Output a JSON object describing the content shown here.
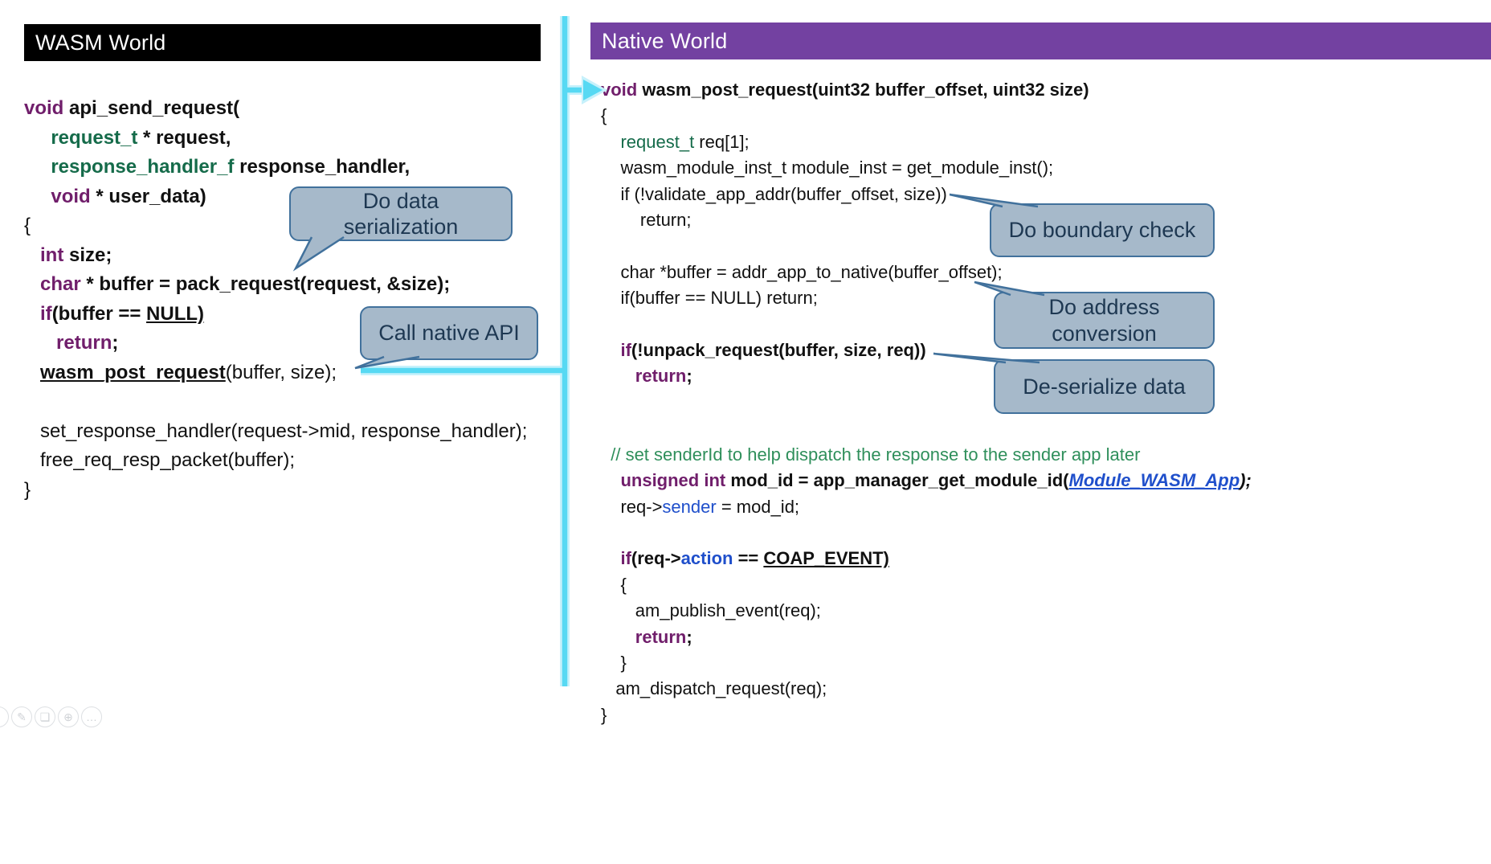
{
  "panels": {
    "wasm": {
      "title": "WASM World"
    },
    "native": {
      "title": "Native World"
    }
  },
  "colors": {
    "wasm_header_bg": "#000000",
    "native_header_bg": "#7341A1",
    "arrow_cyan": "#57D9F3",
    "callout_fill": "#A6B9CA",
    "callout_border": "#41719C",
    "keyword_purple": "#701E6B",
    "type_green": "#156B4A",
    "comment_green": "#2F8F5B",
    "identifier_blue": "#1F4FCB"
  },
  "left_code": {
    "lines": [
      [
        {
          "t": "void",
          "c": "kw b"
        },
        {
          "t": " api_send_request(",
          "c": "b"
        }
      ],
      [
        {
          "t": "     ",
          "c": ""
        },
        {
          "t": "request_t",
          "c": "ty b"
        },
        {
          "t": " * request,",
          "c": "b"
        }
      ],
      [
        {
          "t": "     ",
          "c": ""
        },
        {
          "t": "response_handler_f",
          "c": "ty b"
        },
        {
          "t": " response_handler,",
          "c": "b"
        }
      ],
      [
        {
          "t": "     ",
          "c": ""
        },
        {
          "t": "void",
          "c": "kw b"
        },
        {
          "t": " * user_data)",
          "c": "b"
        }
      ],
      [
        {
          "t": "{",
          "c": ""
        }
      ],
      [
        {
          "t": "   ",
          "c": ""
        },
        {
          "t": "int",
          "c": "kw b"
        },
        {
          "t": " size;",
          "c": "b"
        }
      ],
      [
        {
          "t": "   ",
          "c": ""
        },
        {
          "t": "char",
          "c": "kw b"
        },
        {
          "t": " * buffer = pack_request(request, &size);",
          "c": "b"
        }
      ],
      [
        {
          "t": "   ",
          "c": ""
        },
        {
          "t": "if",
          "c": "kw b"
        },
        {
          "t": "(buffer == ",
          "c": "b"
        },
        {
          "t": "NULL)",
          "c": "b u"
        }
      ],
      [
        {
          "t": "      ",
          "c": ""
        },
        {
          "t": "return",
          "c": "kw b"
        },
        {
          "t": ";",
          "c": "b"
        }
      ],
      [
        {
          "t": "   ",
          "c": ""
        },
        {
          "t": "wasm_post_request",
          "c": "b u"
        },
        {
          "t": "(buffer, size);",
          "c": ""
        }
      ],
      [],
      [
        {
          "t": "   set_response_handler(request->mid, response_handler);",
          "c": ""
        }
      ],
      [
        {
          "t": "   free_req_resp_packet(buffer);",
          "c": ""
        }
      ],
      [
        {
          "t": "}",
          "c": ""
        }
      ]
    ]
  },
  "right_code": {
    "lines": [
      [
        {
          "t": "void",
          "c": "kw b"
        },
        {
          "t": " wasm_post_request(uint32 buffer_offset, uint32 size)",
          "c": "b"
        }
      ],
      [
        {
          "t": "{",
          "c": ""
        }
      ],
      [
        {
          "t": "    ",
          "c": ""
        },
        {
          "t": "request_t",
          "c": "ty"
        },
        {
          "t": " req[1];",
          "c": ""
        }
      ],
      [
        {
          "t": "    wasm_module_inst_t module_inst = get_module_inst();",
          "c": ""
        }
      ],
      [
        {
          "t": "    if (!validate_app_addr(buffer_offset, size))",
          "c": ""
        }
      ],
      [
        {
          "t": "        return;",
          "c": ""
        }
      ],
      [],
      [
        {
          "t": "    char *buffer = addr_app_to_native(buffer_offset);",
          "c": ""
        }
      ],
      [
        {
          "t": "    if(buffer == NULL) return;",
          "c": ""
        }
      ],
      [],
      [
        {
          "t": "    ",
          "c": ""
        },
        {
          "t": "if",
          "c": "kw b"
        },
        {
          "t": "(!unpack_request(buffer, size, req))",
          "c": "b"
        }
      ],
      [
        {
          "t": "       ",
          "c": ""
        },
        {
          "t": "return",
          "c": "kw b"
        },
        {
          "t": ";",
          "c": "b"
        }
      ],
      [],
      [],
      [
        {
          "t": "  ",
          "c": ""
        },
        {
          "t": "// set senderId to help dispatch the response to the sender app later",
          "c": "cm"
        }
      ],
      [
        {
          "t": "    ",
          "c": ""
        },
        {
          "t": "unsigned int",
          "c": "kw b"
        },
        {
          "t": " mod_id = app_manager_get_module_id(",
          "c": "b"
        },
        {
          "t": "Module_WASM_App",
          "c": "bl b i u"
        },
        {
          "t": ");",
          "c": "b i"
        }
      ],
      [
        {
          "t": "    req->",
          "c": ""
        },
        {
          "t": "sender",
          "c": "bl"
        },
        {
          "t": " = mod_id;",
          "c": ""
        }
      ],
      [],
      [
        {
          "t": "    ",
          "c": ""
        },
        {
          "t": "if",
          "c": "kw b"
        },
        {
          "t": "(req->",
          "c": "b"
        },
        {
          "t": "action",
          "c": "bl b"
        },
        {
          "t": " == ",
          "c": "b"
        },
        {
          "t": "COAP_EVENT)",
          "c": "b u"
        }
      ],
      [
        {
          "t": "    {",
          "c": ""
        }
      ],
      [
        {
          "t": "       am_publish_event(req);",
          "c": ""
        }
      ],
      [
        {
          "t": "       ",
          "c": ""
        },
        {
          "t": "return",
          "c": "kw b"
        },
        {
          "t": ";",
          "c": "b"
        }
      ],
      [
        {
          "t": "    }",
          "c": ""
        }
      ],
      [
        {
          "t": "   am_dispatch_request(req);",
          "c": ""
        }
      ],
      [
        {
          "t": "}",
          "c": ""
        }
      ]
    ]
  },
  "callouts": [
    {
      "text": "Do data\nserialization"
    },
    {
      "text": "Call native API"
    },
    {
      "text": "Do boundary check"
    },
    {
      "text": "Do address\nconversion"
    },
    {
      "text": "De-serialize data"
    }
  ],
  "toolbar": {
    "icons": [
      {
        "name": "edge-partial",
        "glyph": ""
      },
      {
        "name": "pen-tool",
        "glyph": "✎"
      },
      {
        "name": "duplicate-slide",
        "glyph": "❏"
      },
      {
        "name": "zoom",
        "glyph": "⊕"
      },
      {
        "name": "more-options",
        "glyph": "…"
      }
    ]
  }
}
